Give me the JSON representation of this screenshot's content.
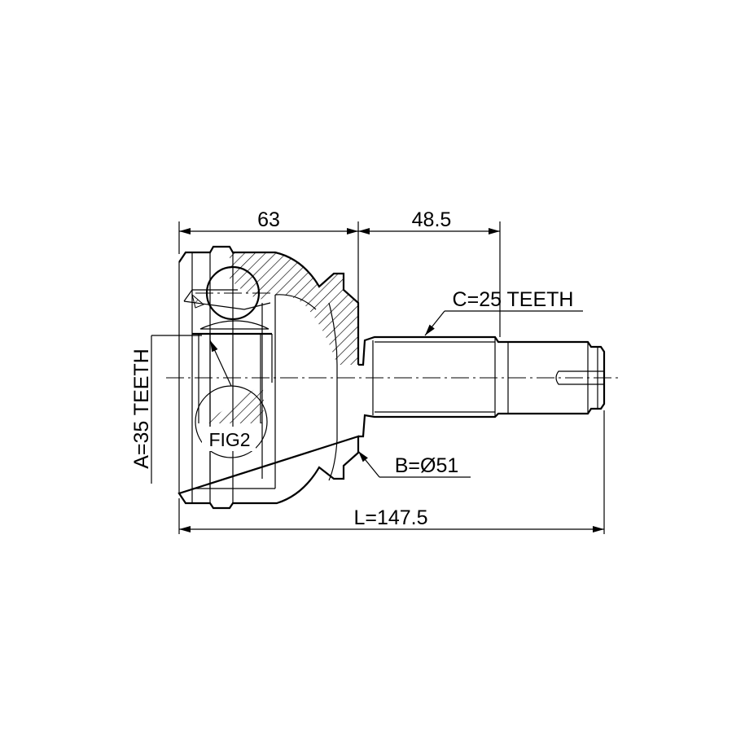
{
  "diagram": {
    "dim_outer_body": "63",
    "dim_shaft": "48.5",
    "spline_outer": "C=25 TEETH",
    "spline_inner": "A=35 TEETH",
    "seal_diameter": "B=Ø51",
    "total_length": "L=147.5",
    "detail_callout": "FIG2"
  }
}
